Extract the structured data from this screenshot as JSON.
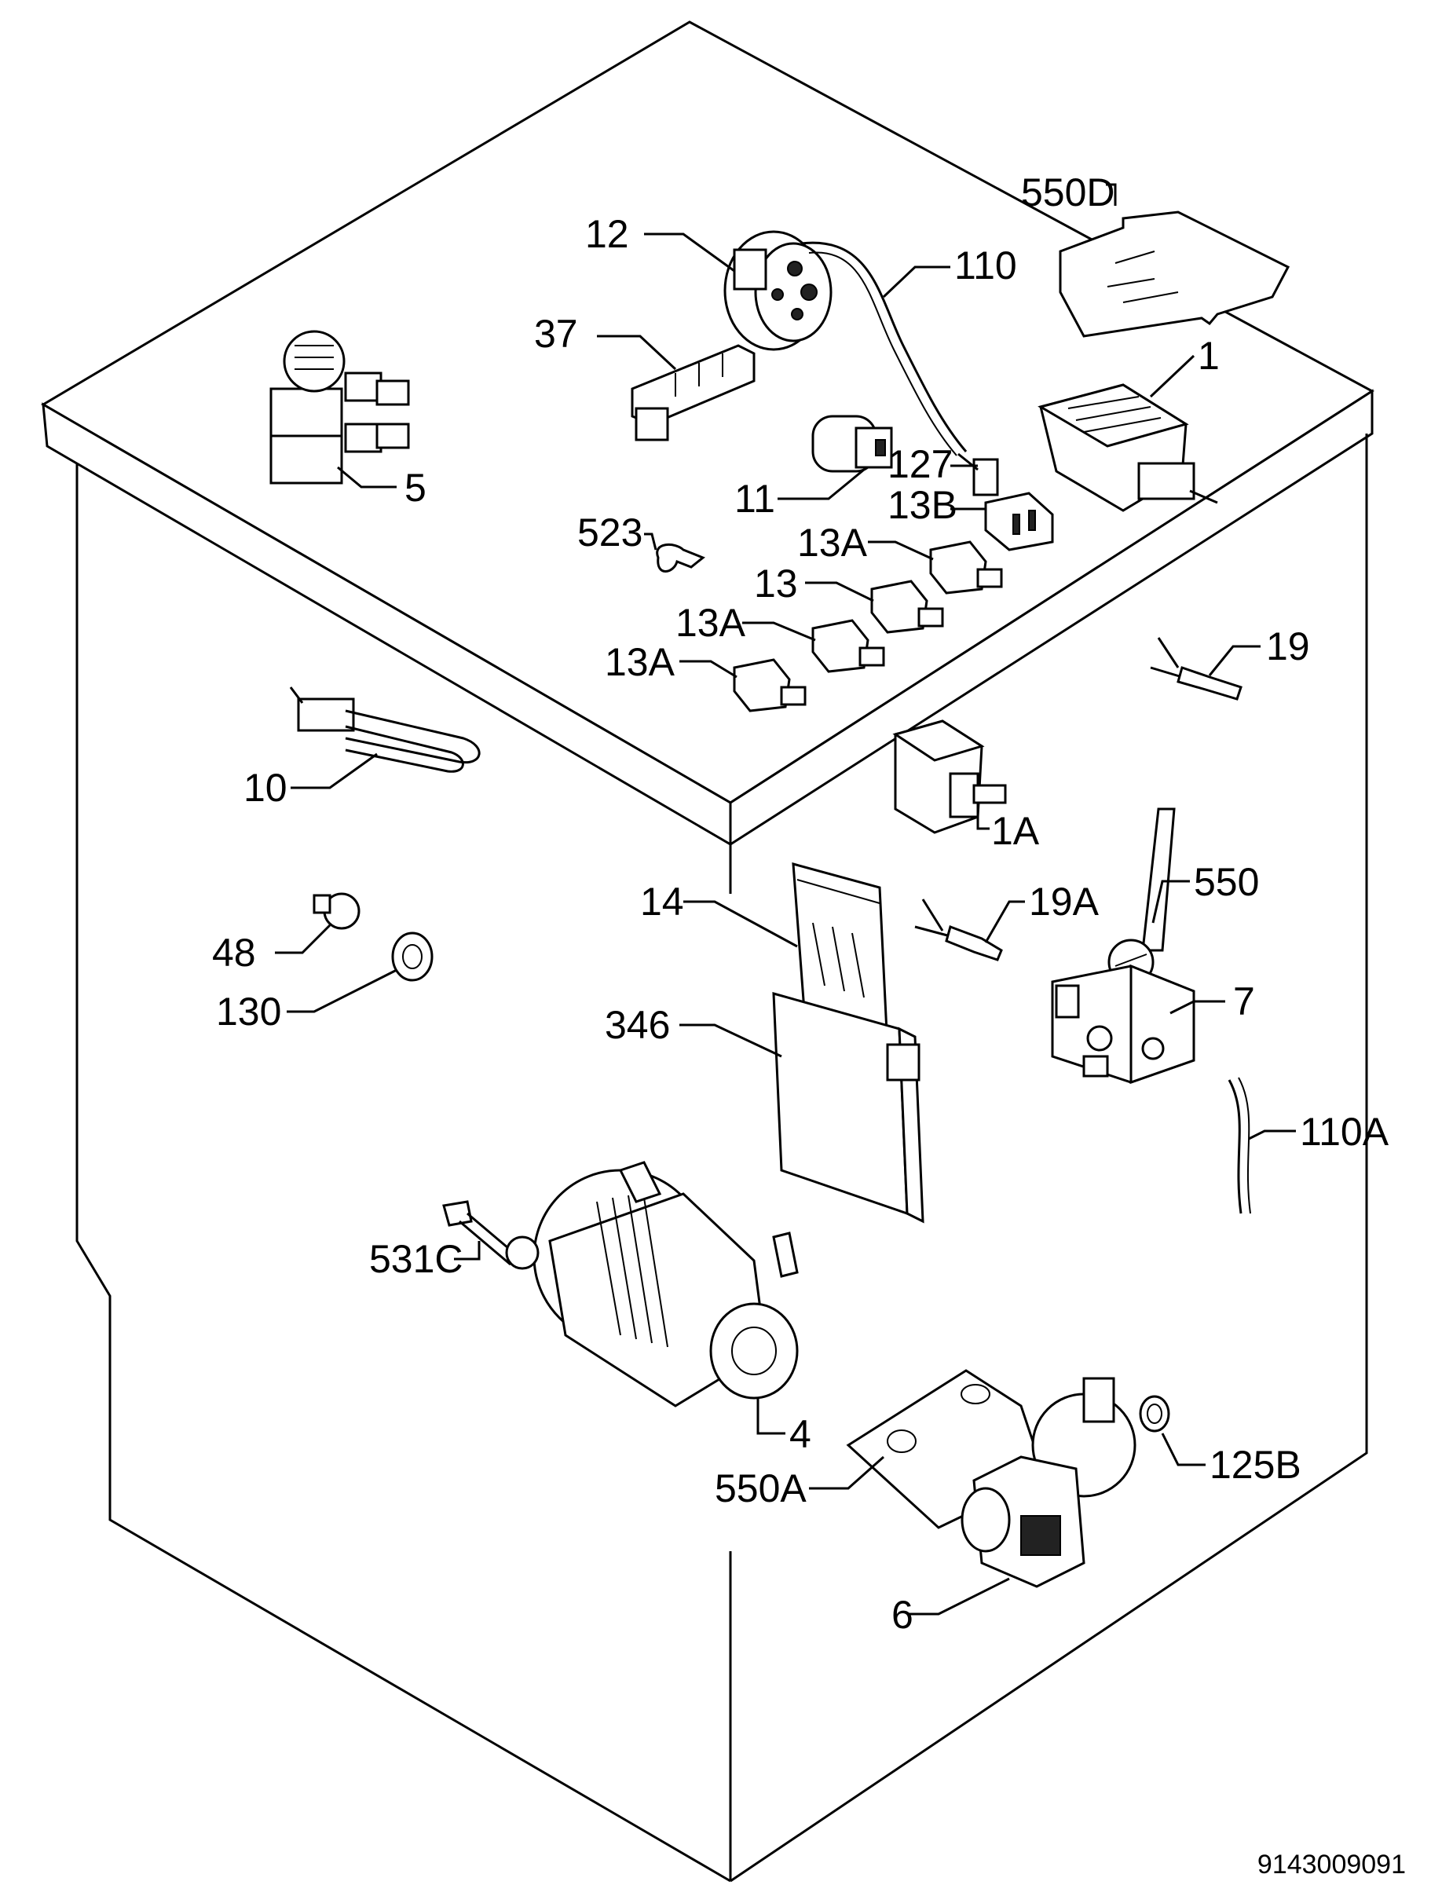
{
  "diagram": {
    "reference_code": "9143009091",
    "labels": [
      {
        "key": "550D",
        "text": "550D"
      },
      {
        "key": "12",
        "text": "12"
      },
      {
        "key": "110",
        "text": "110"
      },
      {
        "key": "37",
        "text": "37"
      },
      {
        "key": "1",
        "text": "1"
      },
      {
        "key": "5",
        "text": "5"
      },
      {
        "key": "127",
        "text": "127"
      },
      {
        "key": "11",
        "text": "11"
      },
      {
        "key": "13B",
        "text": "13B"
      },
      {
        "key": "523",
        "text": "523"
      },
      {
        "key": "13A_1",
        "text": "13A"
      },
      {
        "key": "13",
        "text": "13"
      },
      {
        "key": "13A_2",
        "text": "13A"
      },
      {
        "key": "13A_3",
        "text": "13A"
      },
      {
        "key": "19",
        "text": "19"
      },
      {
        "key": "10",
        "text": "10"
      },
      {
        "key": "1A",
        "text": "1A"
      },
      {
        "key": "14",
        "text": "14"
      },
      {
        "key": "19A",
        "text": "19A"
      },
      {
        "key": "550",
        "text": "550"
      },
      {
        "key": "48",
        "text": "48"
      },
      {
        "key": "130",
        "text": "130"
      },
      {
        "key": "346",
        "text": "346"
      },
      {
        "key": "7",
        "text": "7"
      },
      {
        "key": "110A",
        "text": "110A"
      },
      {
        "key": "531C",
        "text": "531C"
      },
      {
        "key": "4",
        "text": "4"
      },
      {
        "key": "125B",
        "text": "125B"
      },
      {
        "key": "550A",
        "text": "550A"
      },
      {
        "key": "6",
        "text": "6"
      }
    ]
  }
}
